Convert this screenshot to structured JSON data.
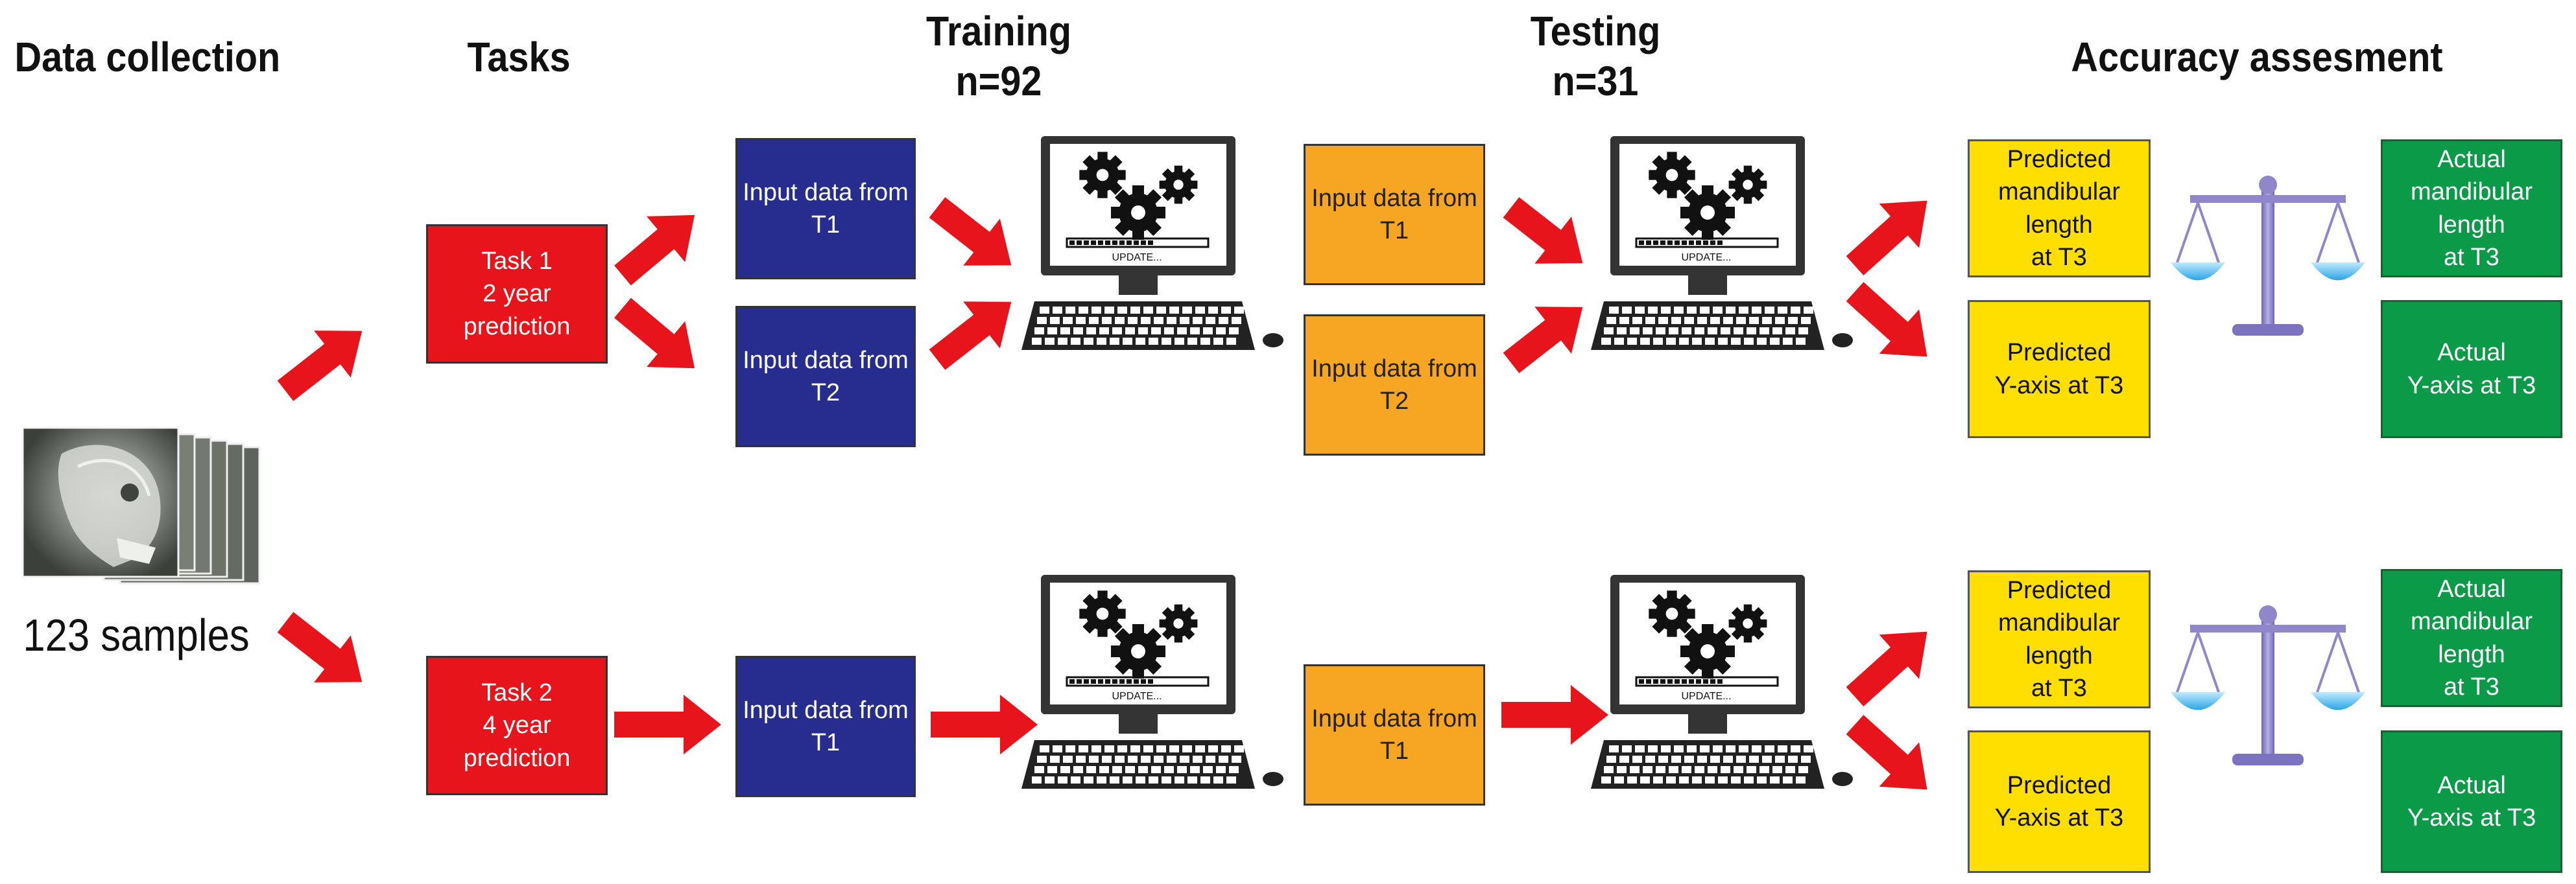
{
  "headers": {
    "data_collection": "Data collection",
    "tasks": "Tasks",
    "training": "Training",
    "training_n": "n=92",
    "testing": "Testing",
    "testing_n": "n=31",
    "accuracy": "Accuracy assesment"
  },
  "samples_label": "123 samples",
  "tasks": [
    {
      "label": "Task 1\n2 year prediction",
      "training_inputs": [
        "Input data from\nT1",
        "Input data from\nT2"
      ],
      "testing_inputs": [
        "Input data from\nT1",
        "Input data from\nT2"
      ],
      "predicted": [
        "Predicted\nmandibular length\nat T3",
        "Predicted\nY-axis at T3"
      ],
      "actual": [
        "Actual\nmandibular length\nat T3",
        "Actual\nY-axis at T3"
      ]
    },
    {
      "label": "Task 2\n4 year prediction",
      "training_inputs": [
        "Input data from\nT1"
      ],
      "testing_inputs": [
        "Input data from\nT1"
      ],
      "predicted": [
        "Predicted\nmandibular length\nat T3",
        "Predicted\nY-axis at T3"
      ],
      "actual": [
        "Actual\nmandibular length\nat T3",
        "Actual\nY-axis at T3"
      ]
    }
  ],
  "computer_screen_text": "UPDATE...",
  "colors": {
    "task": "#e8141b",
    "training_input": "#262d8f",
    "testing_input": "#f6a623",
    "predicted": "#ffdf00",
    "actual": "#0b9a47",
    "arrow": "#e8141b",
    "scale": "#8f87c9"
  },
  "icons": [
    "radiograph-stack-icon",
    "computer-gears-icon",
    "balance-scale-icon",
    "arrow-icon"
  ]
}
